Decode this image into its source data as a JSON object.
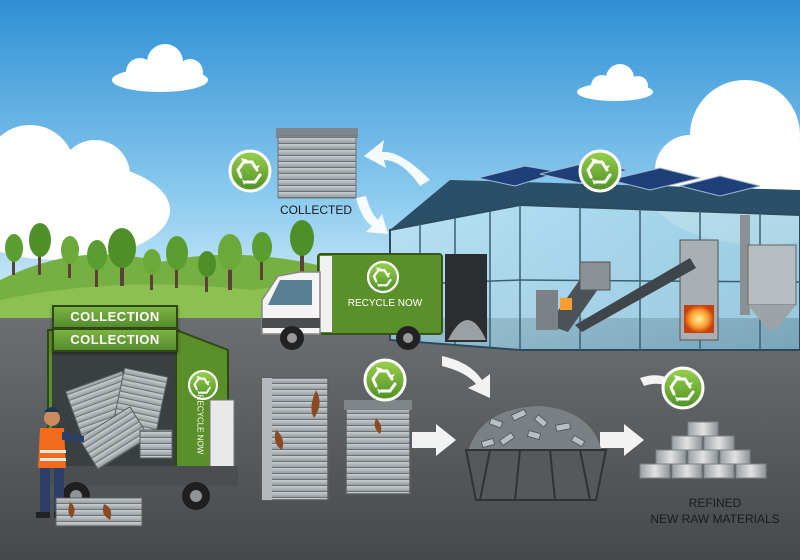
{
  "labels": {
    "collected": "COLLECTED",
    "truck_side": "RECYCLE NOW",
    "collection_banner_top": "COLLECTION",
    "collection_banner_bottom": "COLLECTION",
    "van_side": "RECYCLE NOW",
    "refined_line1": "REFINED",
    "refined_line2": "NEW RAW MATERIALS"
  },
  "icons": [
    "recycle-icon",
    "recycle-icon",
    "recycle-icon",
    "recycle-icon",
    "recycle-icon"
  ],
  "colors": {
    "sky_top": "#3a9bd9",
    "sky_bottom": "#d6eefa",
    "grass": "#7cb342",
    "road": "#55595c",
    "recycle_green": "#5a9e2f",
    "truck_green": "#5b8f2a"
  }
}
